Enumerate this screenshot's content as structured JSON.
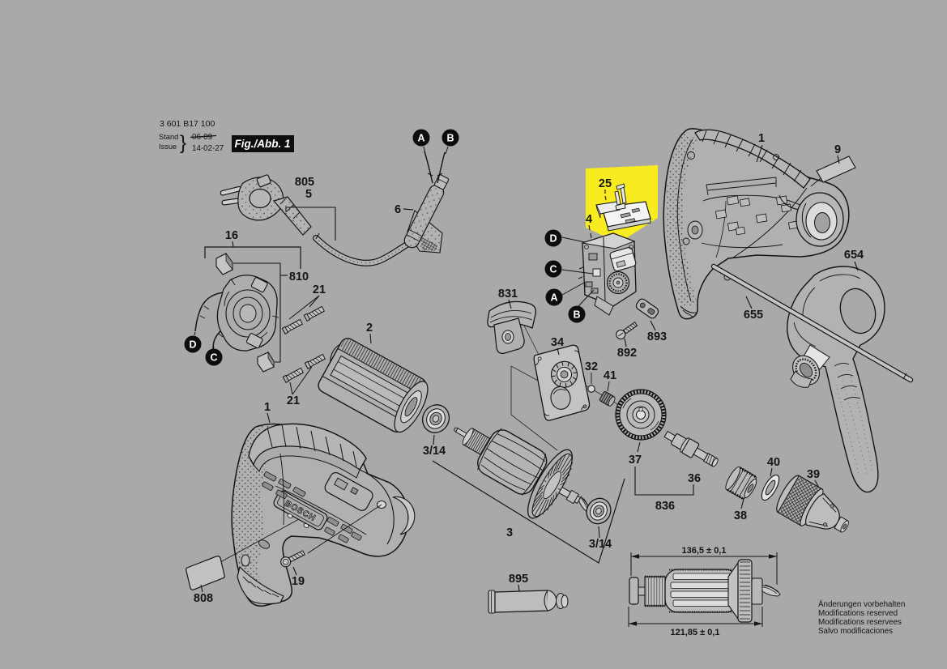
{
  "header": {
    "part_number": "3 601 B17 100",
    "stand_label": "Stand",
    "issue_label": "Issue",
    "brace": "}",
    "old_date": "06-09",
    "new_date": "14-02-27",
    "figure_label": "Fig./Abb. 1"
  },
  "brand": {
    "logo_text": "BOSCH"
  },
  "callouts": {
    "a": "A",
    "b": "B",
    "c": "C",
    "d": "D"
  },
  "labels": {
    "p805": "805",
    "p5": "5",
    "p6": "6",
    "p16": "16",
    "p810": "810",
    "p21a": "21",
    "p21b": "21",
    "p2": "2",
    "p1_left": "1",
    "p1_right": "1",
    "p9": "9",
    "p654": "654",
    "p655": "655",
    "p893": "893",
    "p892": "892",
    "p25": "25",
    "p4": "4",
    "p831": "831",
    "p34": "34",
    "p32": "32",
    "p41": "41",
    "p37": "37",
    "p36": "36",
    "p836": "836",
    "p38": "38",
    "p40": "40",
    "p39": "39",
    "p314_left": "3/14",
    "p314_right": "3/14",
    "p3": "3",
    "p19": "19",
    "p808": "808",
    "p895": "895"
  },
  "dimensions": {
    "overall_length": "136,5 ± 0,1",
    "armature_length": "121,85 ± 0,1"
  },
  "notes": {
    "line1": "Änderungen vorbehalten",
    "line2": "Modifications reserved",
    "line3": "Modifications reservees",
    "line4": "Salvo modificaciones"
  },
  "colors": {
    "background": "#a9a9a9",
    "highlight": "#f8ec20",
    "ink": "#141414"
  }
}
